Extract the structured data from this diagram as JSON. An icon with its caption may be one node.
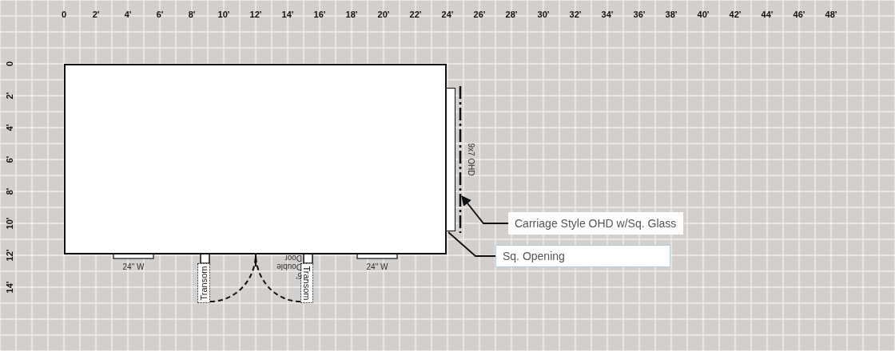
{
  "diagram": {
    "nodes": [
      {
        "text": [],
        "shape": "box"
      },
      {
        "text": [],
        "shape": "box"
      },
      {
        "text": [],
        "shape": "bar",
        "beside": [
          "9x7 OHD"
        ]
      },
      {
        "text": [
          "Transom"
        ]
      },
      {
        "text": [
          "Transom"
        ]
      },
      {
        "text": [
          "Carriage Style OHD w/Sq. Glass"
        ]
      },
      {
        "text": [
          "Sq. Opening"
        ]
      }
    ],
    "edges": [
      {
        "from": 5,
        "to": 2,
        "arrow": "to"
      },
      {
        "from": 6,
        "to": 1,
        "arrow": "none"
      }
    ],
    "labels": [
      "0",
      "2'",
      "4'",
      "6'",
      "8'",
      "10'",
      "12'",
      "14'",
      "16'",
      "18'",
      "20'",
      "22'",
      "24'",
      "26'",
      "28'",
      "30'",
      "32'",
      "34'",
      "36'",
      "38'",
      "40'",
      "42'",
      "44'",
      "46'",
      "48'",
      "0",
      "2'",
      "4'",
      "6'",
      "8'",
      "10'",
      "12'",
      "14'",
      "6' Double Door",
      "24\" W",
      "24\" W"
    ]
  }
}
